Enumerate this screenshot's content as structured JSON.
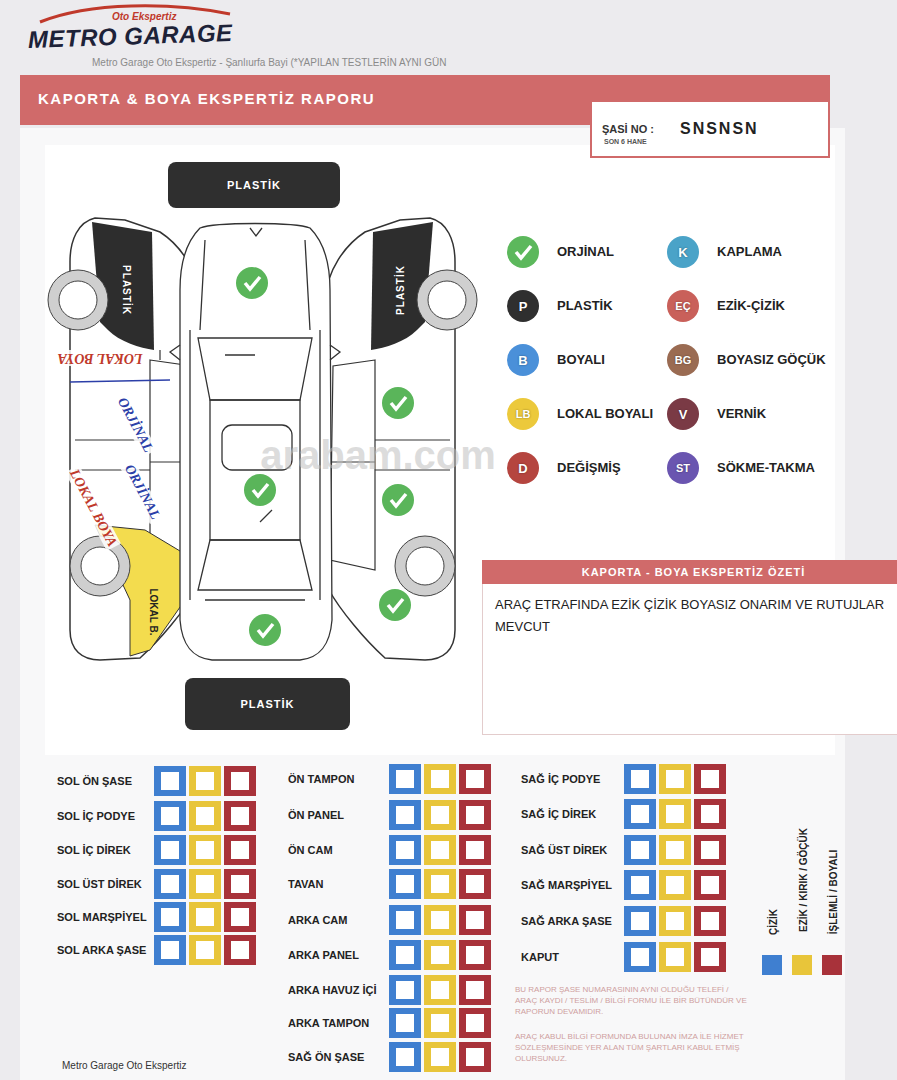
{
  "diagram": {
    "title": "KAPORTA & BOYA EKSPERTİZ RAPORU",
    "nodes": [
      {
        "text": [
          "ŞASİ NO :",
          "SON 6 HANE",
          "SNSNSN"
        ]
      },
      {
        "text": [
          "PLASTİK"
        ]
      },
      {
        "text": [
          "PLASTİK"
        ]
      },
      {
        "text": [
          "KAPORTA - BOYA EKSPERTİZ ÖZETİ",
          "ARAÇ ETRAFINDA EZİK ÇİZİK BOYASIZ ONARIM VE RUTUJLAR MEVCUT"
        ]
      }
    ],
    "labels": [
      "Oto Ekspertiz",
      "METRO GARAGE",
      "Metro Garage Oto Ekspertiz - Şanlıurfa Bayi (*YAPILAN TESTLERİN AYNI GÜN",
      "PLASTİK",
      "PLASTİK",
      "LOKAL BOYA",
      "ORJİNAL",
      "ORJİNAL",
      "LOKAL BOYA",
      "LOKAL B.",
      "arabam.com",
      "P",
      "B",
      "LB",
      "D",
      "K",
      "EÇ",
      "BG",
      "V",
      "ST",
      "SOL ÖN ŞASE",
      "SOL İÇ PODYE",
      "SOL İÇ DİREK",
      "SOL ÜST DİREK",
      "SOL MARŞPİYEL",
      "SOL ARKA ŞASE",
      "ÖN TAMPON",
      "ÖN PANEL",
      "ÖN CAM",
      "TAVAN",
      "ARKA CAM",
      "ARKA PANEL",
      "ARKA HAVUZ İÇİ",
      "ARKA TAMPON",
      "SAĞ ÖN ŞASE",
      "SAĞ İÇ PODYE",
      "SAĞ İÇ DİREK",
      "SAĞ ÜST DİREK",
      "SAĞ MARŞPİYEL",
      "SAĞ ARKA ŞASE",
      "KAPUT",
      "BU RAPOR ŞASE NUMARASININ AYNI OLDUĞU TELEFİ / ARAÇ KAYDI / TESLİM / BİLGİ FORMU İLE BİR BÜTÜNDÜR VE RAPORUN DEVAMIDIR.",
      "ARAÇ KABUL BİLGİ FORMUNDA BULUNAN İMZA İLE HİZMET SÖZLEŞMESİNDE YER ALAN TÜM ŞARTLARI KABUL ETMİŞ OLURSUNUZ.",
      "Metro Garage Oto Ekspertiz"
    ],
    "legend": [
      {
        "text": "ORJİNAL",
        "color": "#5cb85c"
      },
      {
        "text": "PLASTİK",
        "color": "#2f2f2f"
      },
      {
        "text": "BOYALI",
        "color": "#4a90d9"
      },
      {
        "text": "LOKAL BOYALI",
        "color": "#ecc93b"
      },
      {
        "text": "DEĞİŞMİŞ",
        "color": "#b5453f"
      },
      {
        "text": "KAPLAMA",
        "color": "#4aa3c8"
      },
      {
        "text": "EZİK-ÇİZİK",
        "color": "#c9605a"
      },
      {
        "text": "BOYASIZ GÖÇÜK",
        "color": "#9a6b52"
      },
      {
        "text": "VERNİK",
        "color": "#7a3a45"
      },
      {
        "text": "SÖKME-TAKMA",
        "color": "#6a55b0"
      },
      {
        "text": "ÇİZİK",
        "color": "#3f7fd0"
      },
      {
        "text": "EZİK / KIRIK / GÖÇÜK",
        "color": "#e8c53a"
      },
      {
        "text": "İŞLEMLİ / BOYALI",
        "color": "#a8323a"
      }
    ]
  }
}
